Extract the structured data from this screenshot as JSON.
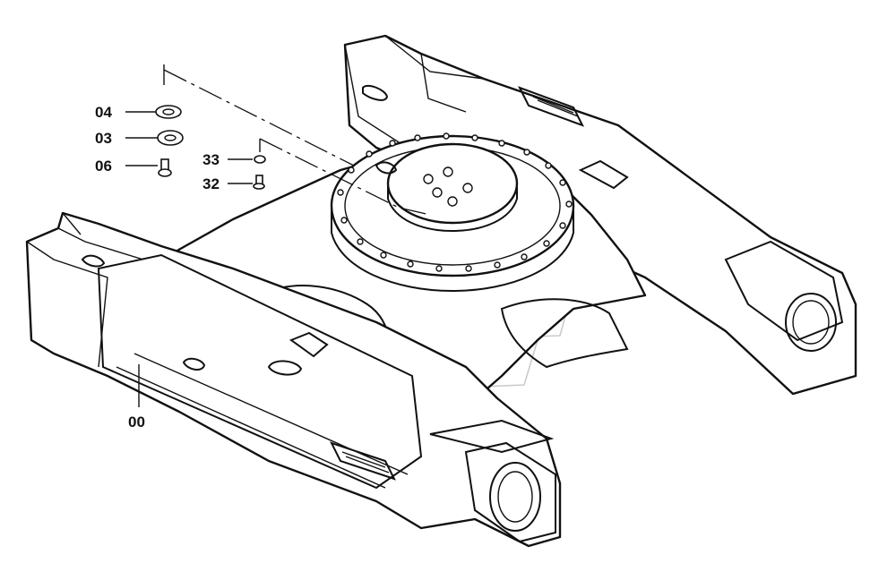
{
  "parts": [
    {
      "id": "04",
      "label": "04"
    },
    {
      "id": "03",
      "label": "03"
    },
    {
      "id": "06",
      "label": "06"
    },
    {
      "id": "33",
      "label": "33"
    },
    {
      "id": "32",
      "label": "32"
    },
    {
      "id": "00",
      "label": "00"
    }
  ]
}
